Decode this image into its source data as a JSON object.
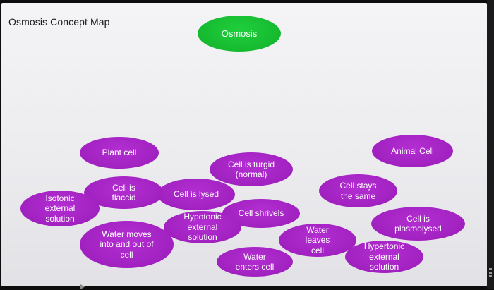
{
  "title": "Osmosis Concept Map",
  "colors": {
    "central_node": "#17bf33",
    "concept_node": "#a624c4",
    "node_text": "#ffffff"
  },
  "nodes": {
    "osmosis": "Osmosis",
    "plant_cell": "Plant cell",
    "animal_cell": "Animal Cell",
    "cell_is_turgid": "Cell is turgid (normal)",
    "cell_is_flaccid": "Cell is flaccid",
    "cell_is_lysed": "Cell is lysed",
    "cell_stays_the_same": "Cell stays the same",
    "isotonic_external_solution": "Isotonic external solution",
    "cell_shrivels": "Cell shrivels",
    "cell_is_plasmolysed": "Cell is plasmolysed",
    "hypotonic_external_solution": "Hypotonic external solution",
    "water_moves_into_and_out_of_cell": "Water moves into and out of cell",
    "water_leaves_cell": "Water leaves cell",
    "hypertonic_external_solution": "Hypertonic external solution",
    "water_enters_cell": "Water enters cell"
  }
}
